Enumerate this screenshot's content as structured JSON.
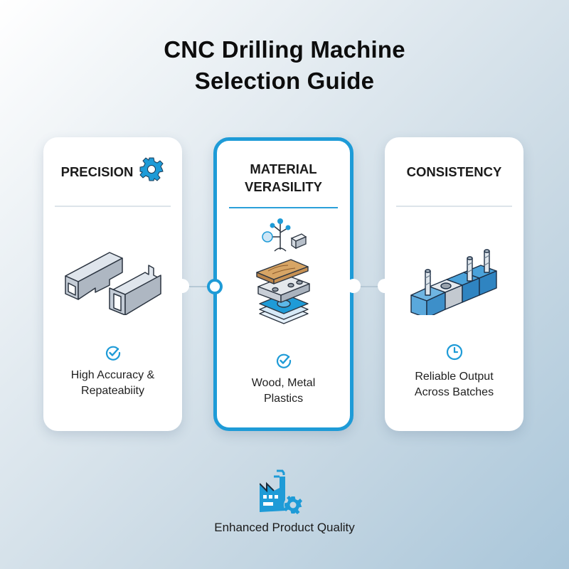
{
  "title": {
    "line1": "CNC Drilling Machine",
    "line2": "Selection Guide"
  },
  "colors": {
    "accent": "#1e9bd7",
    "card_bg": "#ffffff",
    "divider": "#dde4ea",
    "text": "#1a1a1a"
  },
  "cards": [
    {
      "heading": "PRECISION",
      "heading_icon": "gear-icon",
      "illustration": "interlocking-metal-blocks",
      "status_icon": "check-circle-icon",
      "description_line1": "High Accuracy &",
      "description_line2": "Repateabiity",
      "highlighted": false
    },
    {
      "heading_line1": "MATERIAL",
      "heading_line2": "VERASILITY",
      "illustration": "stacked-materials-wood-metal-plastic",
      "status_icon": "check-circle-icon",
      "description_line1": "Wood, Metal",
      "description_line2": "Plastics",
      "highlighted": true
    },
    {
      "heading": "CONSISTENCY",
      "illustration": "drilled-block-row",
      "status_icon": "clock-icon",
      "description_line1": "Reliable Output",
      "description_line2": "Across Batches",
      "highlighted": false
    }
  ],
  "footer": {
    "icon": "factory-gear-icon",
    "label": "Enhanced Product Quality"
  }
}
